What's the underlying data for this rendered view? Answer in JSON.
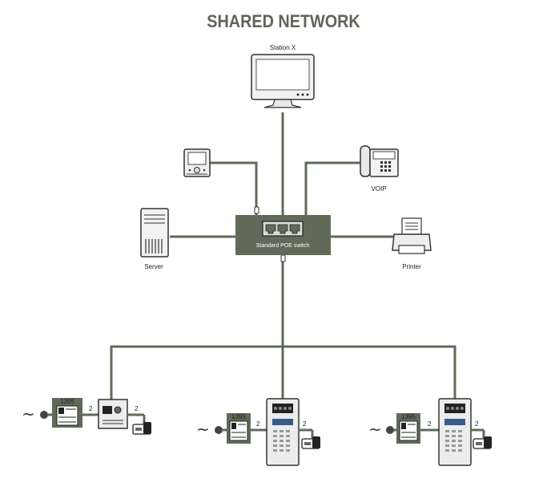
{
  "title": "SHARED NETWORK",
  "colors": {
    "line": "#5f6b58",
    "box": "#5f6b58",
    "title": "#5f6556"
  },
  "switch": {
    "label": "Standard POE switch"
  },
  "devices": {
    "station": "Station X",
    "voip": "VOIP",
    "server": "Server",
    "printer": "Printer"
  },
  "units": [
    {
      "psu": "1395",
      "wire1": "2",
      "wire2": "2"
    },
    {
      "psu": "1395",
      "wire1": "2",
      "wire2": "2"
    },
    {
      "psu": "1395",
      "wire1": "2",
      "wire2": "2"
    }
  ]
}
